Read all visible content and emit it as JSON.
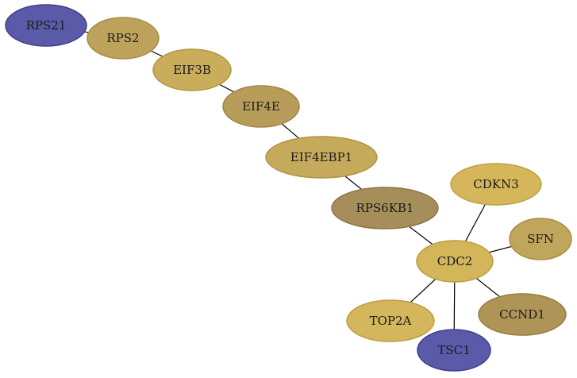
{
  "graph": {
    "nodes": [
      {
        "id": "RPS21",
        "label": "RPS21",
        "color": "#5b5aa8",
        "stroke": "#3f3e8c"
      },
      {
        "id": "RPS2",
        "label": "RPS2",
        "color": "#bda25c",
        "stroke": "#a88d45"
      },
      {
        "id": "EIF3B",
        "label": "EIF3B",
        "color": "#c9ad5a",
        "stroke": "#b39641"
      },
      {
        "id": "EIF4E",
        "label": "EIF4E",
        "color": "#b89c5a",
        "stroke": "#a28544"
      },
      {
        "id": "EIF4EBP1",
        "label": "EIF4EBP1",
        "color": "#c6aa5c",
        "stroke": "#b09344"
      },
      {
        "id": "RPS6KB1",
        "label": "RPS6KB1",
        "color": "#a68e5a",
        "stroke": "#8d7744"
      },
      {
        "id": "CDKN3",
        "label": "CDKN3",
        "color": "#d5b65a",
        "stroke": "#bf9f41"
      },
      {
        "id": "SFN",
        "label": "SFN",
        "color": "#c0a55c",
        "stroke": "#aa8f45"
      },
      {
        "id": "CDC2",
        "label": "CDC2",
        "color": "#d3b55a",
        "stroke": "#bd9e41"
      },
      {
        "id": "TOP2A",
        "label": "TOP2A",
        "color": "#d4b65c",
        "stroke": "#be9f43"
      },
      {
        "id": "CCND1",
        "label": "CCND1",
        "color": "#ae9456",
        "stroke": "#967e40"
      },
      {
        "id": "TSC1",
        "label": "TSC1",
        "color": "#5b5aa8",
        "stroke": "#3f3e8c"
      }
    ],
    "edges": [
      [
        "RPS21",
        "RPS2"
      ],
      [
        "RPS2",
        "EIF3B"
      ],
      [
        "EIF3B",
        "EIF4E"
      ],
      [
        "EIF4E",
        "EIF4EBP1"
      ],
      [
        "EIF4EBP1",
        "RPS6KB1"
      ],
      [
        "RPS6KB1",
        "CDC2"
      ],
      [
        "CDKN3",
        "CDC2"
      ],
      [
        "SFN",
        "CDC2"
      ],
      [
        "CDC2",
        "TOP2A"
      ],
      [
        "CDC2",
        "CCND1"
      ],
      [
        "CDC2",
        "TSC1"
      ]
    ]
  }
}
